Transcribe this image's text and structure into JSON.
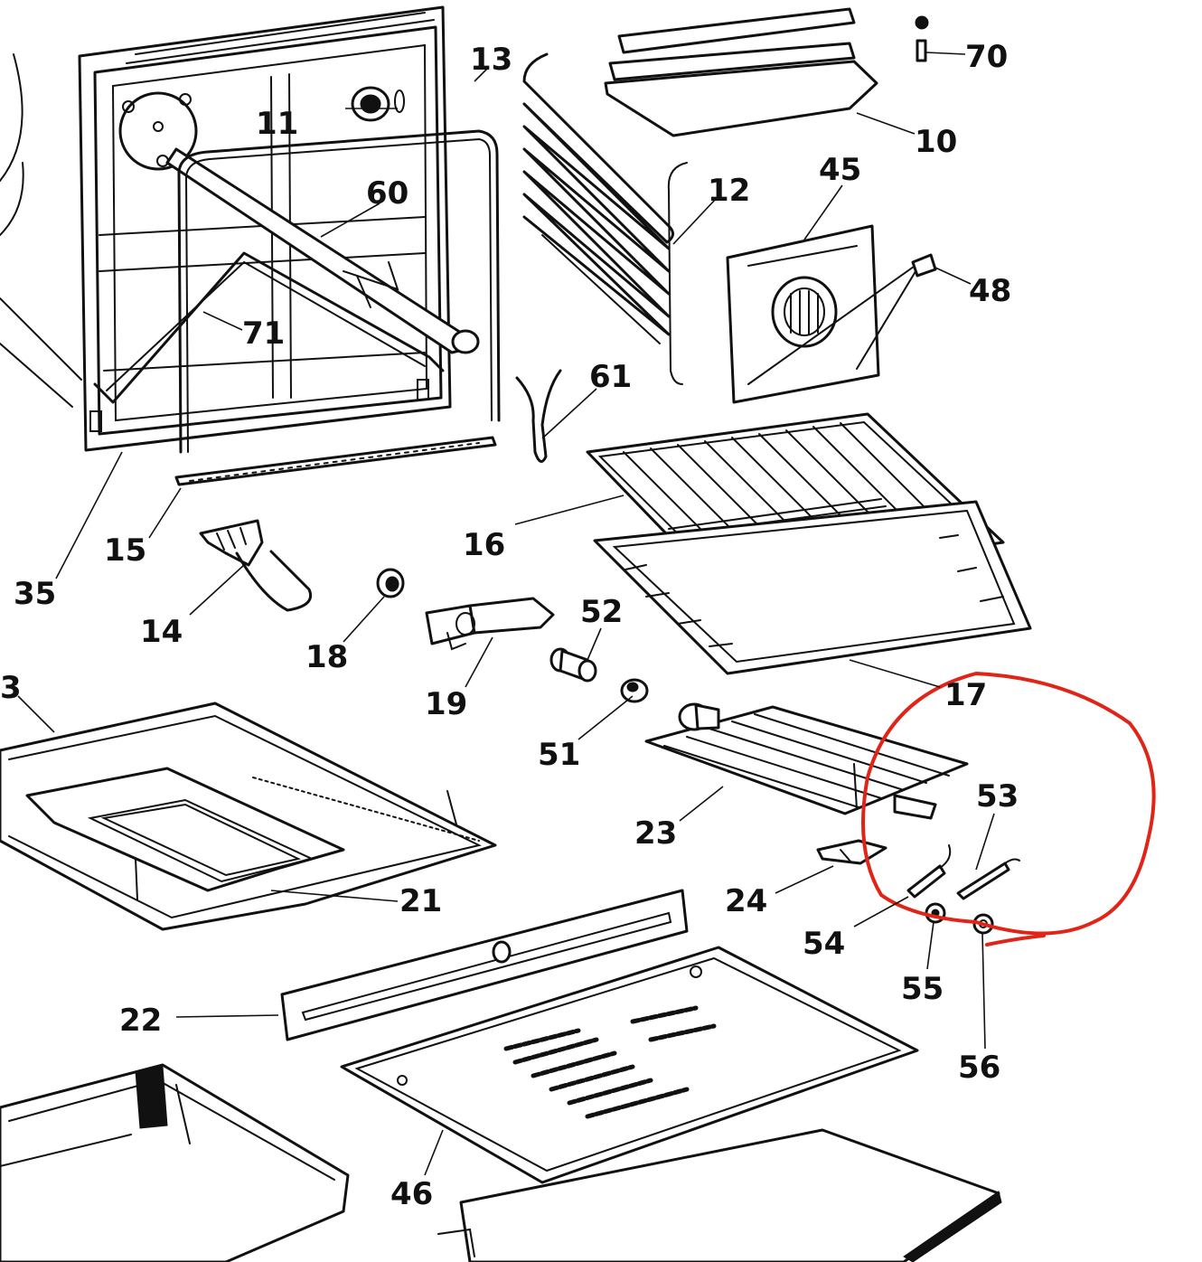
{
  "diagram": {
    "parts": [
      {
        "id": "p70",
        "label": "70"
      },
      {
        "id": "p13",
        "label": "13"
      },
      {
        "id": "p11",
        "label": "11"
      },
      {
        "id": "p10",
        "label": "10"
      },
      {
        "id": "p60",
        "label": "60"
      },
      {
        "id": "p45",
        "label": "45"
      },
      {
        "id": "p12",
        "label": "12"
      },
      {
        "id": "p48",
        "label": "48"
      },
      {
        "id": "p71",
        "label": "71"
      },
      {
        "id": "p61",
        "label": "61"
      },
      {
        "id": "p16",
        "label": "16"
      },
      {
        "id": "p15",
        "label": "15"
      },
      {
        "id": "p35",
        "label": "35"
      },
      {
        "id": "p14",
        "label": "14"
      },
      {
        "id": "p52",
        "label": "52"
      },
      {
        "id": "p18",
        "label": "18"
      },
      {
        "id": "p17",
        "label": "17"
      },
      {
        "id": "p19",
        "label": "19"
      },
      {
        "id": "p3",
        "label": "3"
      },
      {
        "id": "p51",
        "label": "51"
      },
      {
        "id": "p53",
        "label": "53"
      },
      {
        "id": "p23",
        "label": "23"
      },
      {
        "id": "p21",
        "label": "21"
      },
      {
        "id": "p24",
        "label": "24"
      },
      {
        "id": "p54",
        "label": "54"
      },
      {
        "id": "p55",
        "label": "55"
      },
      {
        "id": "p22",
        "label": "22"
      },
      {
        "id": "p56",
        "label": "56"
      },
      {
        "id": "p46",
        "label": "46"
      }
    ],
    "highlight_color": "#e02418"
  }
}
